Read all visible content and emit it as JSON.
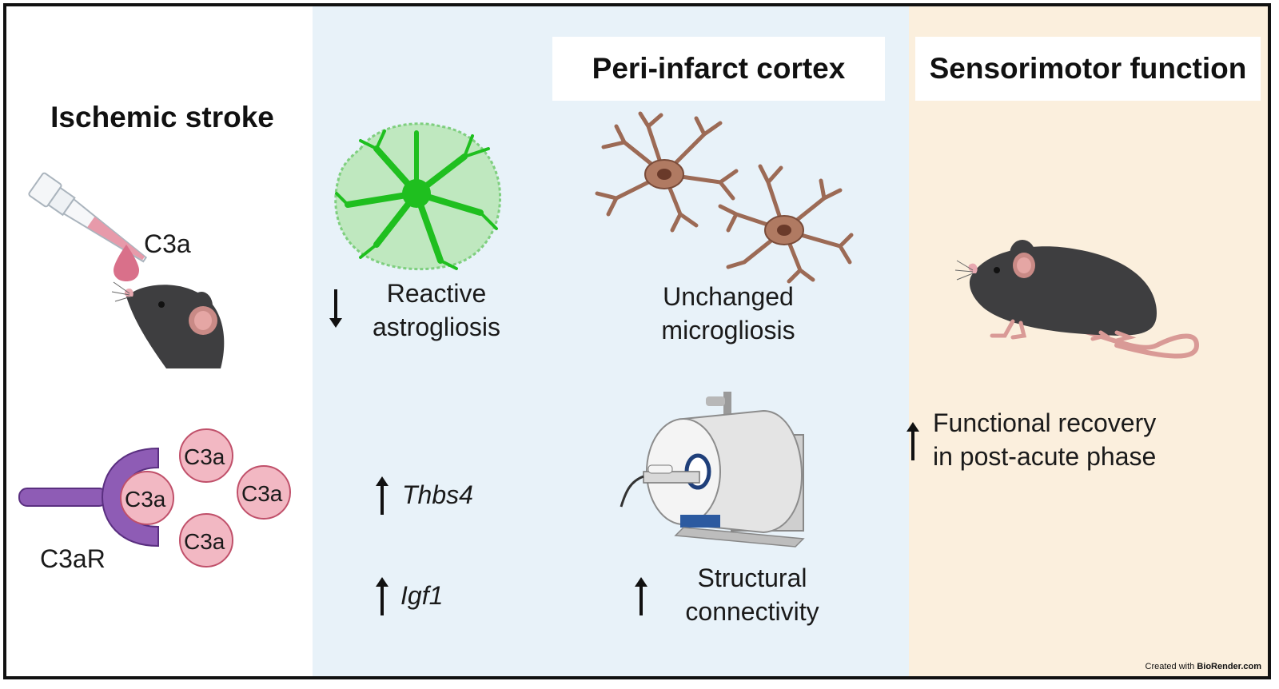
{
  "panels": {
    "left_title": "Ischemic stroke",
    "mid_title": "Peri-infarct cortex",
    "right_title": "Sensorimotor function"
  },
  "labels": {
    "c3a_drop": "C3a",
    "c3ar": "C3aR",
    "c3a_bound": "C3a",
    "c3a_free_1": "C3a",
    "c3a_free_2": "C3a",
    "c3a_free_3": "C3a",
    "astro_line1": "Reactive",
    "astro_line2": "astrogliosis",
    "micro_line1": "Unchanged",
    "micro_line2": "microgliosis",
    "thbs4": "Thbs4",
    "igf1": "Igf1",
    "struct_line1": "Structural",
    "struct_line2": "connectivity",
    "func_line1": "Functional recovery",
    "func_line2": "in post-acute phase"
  },
  "credit": {
    "prefix": "Created with ",
    "brand": "BioRender.com"
  },
  "colors": {
    "left_bg": "#ffffff",
    "mid_bg": "#e8f2f9",
    "right_bg": "#fbefdd",
    "c3a_fill": "#f2b8c3",
    "c3a_stroke": "#c0506a",
    "receptor": "#8e5cb5",
    "astrocyte": "#2fc42f",
    "microglia": "#9c6a55",
    "mouse": "#3e3e40"
  },
  "icons": {
    "down_arrow": "arrow-down-icon",
    "up_arrow": "arrow-up-icon"
  }
}
